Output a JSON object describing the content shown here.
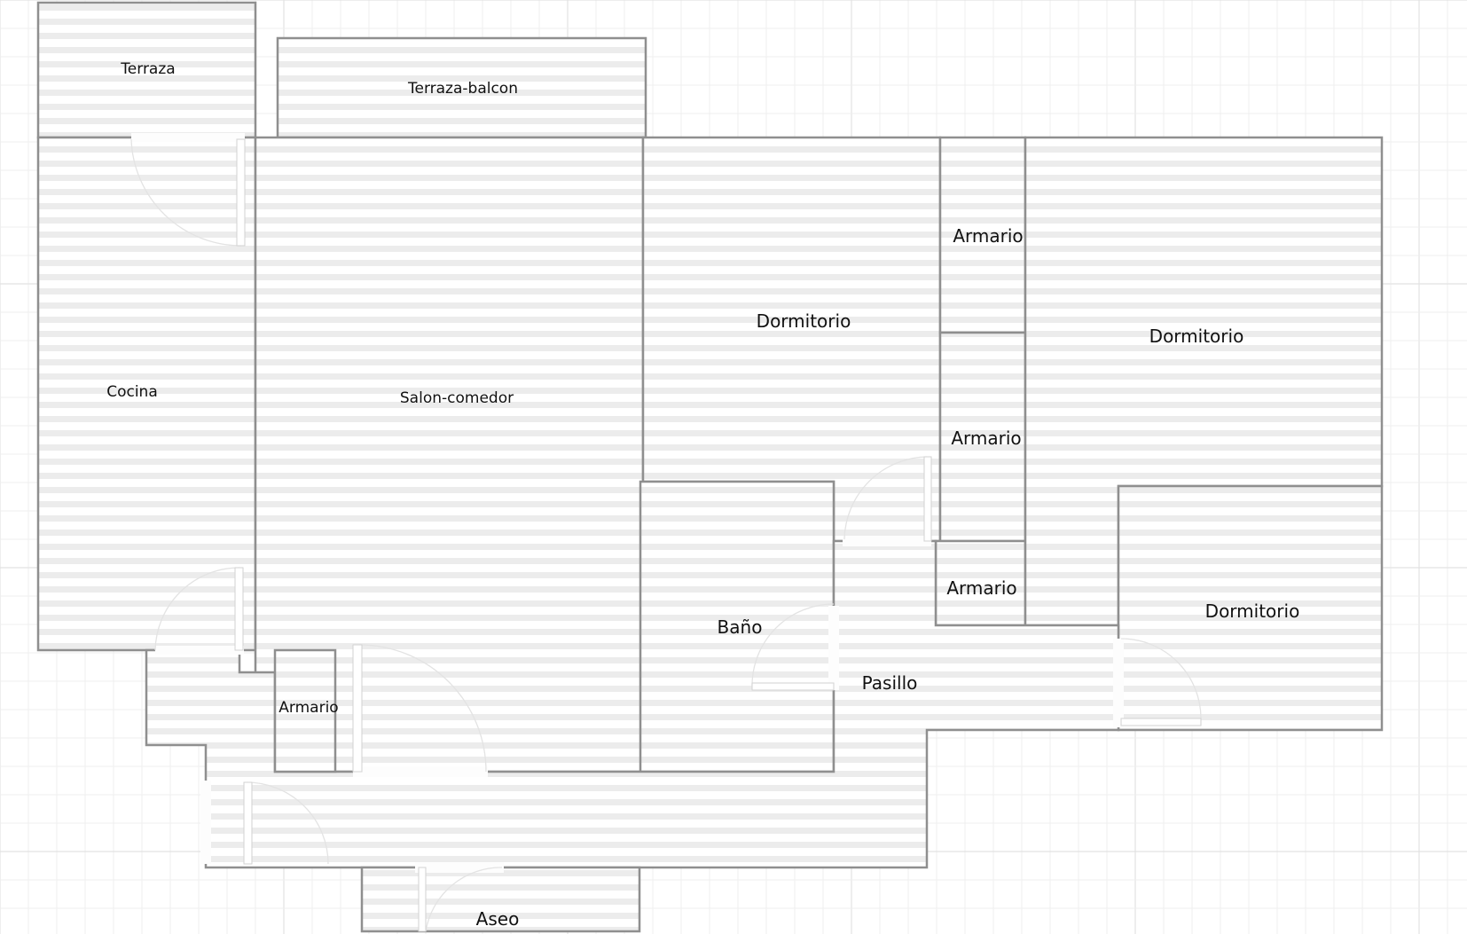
{
  "plan": {
    "rooms": [
      {
        "id": "terraza",
        "label": "Terraza"
      },
      {
        "id": "terraza-balcon",
        "label": "Terraza-balcon"
      },
      {
        "id": "cocina",
        "label": "Cocina"
      },
      {
        "id": "salon-comedor",
        "label": "Salon-comedor"
      },
      {
        "id": "dormitorio-1",
        "label": "Dormitorio"
      },
      {
        "id": "armario-1",
        "label": "Armario"
      },
      {
        "id": "armario-2",
        "label": "Armario"
      },
      {
        "id": "armario-3",
        "label": "Armario"
      },
      {
        "id": "dormitorio-2",
        "label": "Dormitorio"
      },
      {
        "id": "dormitorio-3",
        "label": "Dormitorio"
      },
      {
        "id": "bano",
        "label": "Baño"
      },
      {
        "id": "pasillo",
        "label": "Pasillo"
      },
      {
        "id": "armario-4",
        "label": "Armario"
      },
      {
        "id": "aseo",
        "label": "Aseo"
      }
    ],
    "colors": {
      "wall": "#8f8f8f",
      "stripe": "#ececec",
      "background": "#ffffff"
    }
  }
}
